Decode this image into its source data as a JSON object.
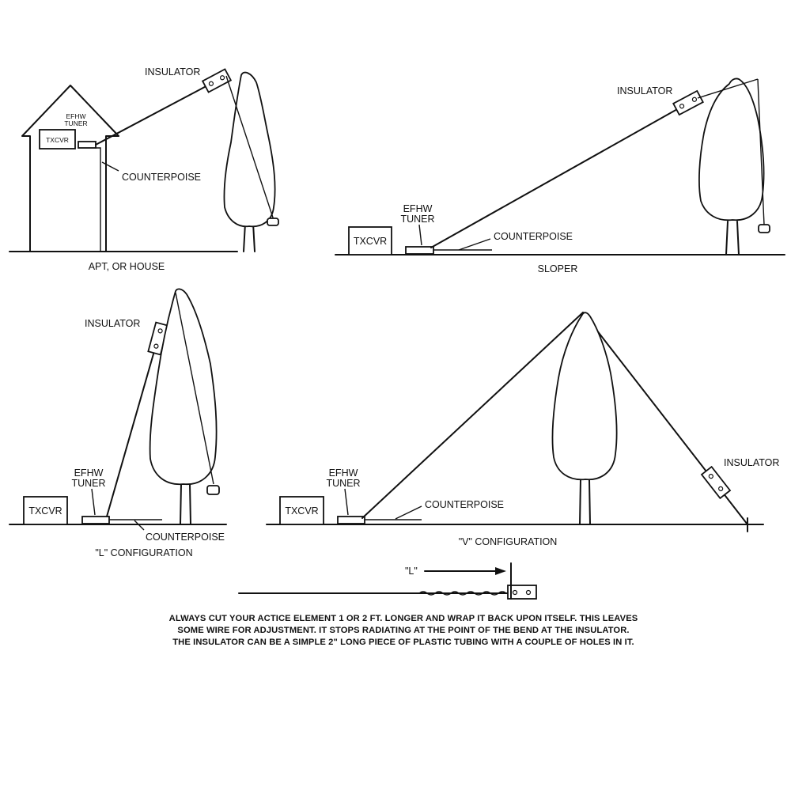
{
  "panel_house": {
    "insulator": "INSULATOR",
    "efhw_tuner": [
      "EFHW",
      "TUNER"
    ],
    "txcvr": "TXCVR",
    "counterpoise": "COUNTERPOISE",
    "caption": "APT, OR HOUSE"
  },
  "panel_sloper": {
    "insulator": "INSULATOR",
    "efhw_tuner": [
      "EFHW",
      "TUNER"
    ],
    "txcvr": "TXCVR",
    "counterpoise": "COUNTERPOISE",
    "caption": "SLOPER"
  },
  "panel_l": {
    "insulator": "INSULATOR",
    "efhw_tuner": [
      "EFHW",
      "TUNER"
    ],
    "txcvr": "TXCVR",
    "counterpoise": "COUNTERPOISE",
    "caption": "\"L\" CONFIGURATION"
  },
  "panel_v": {
    "insulator": "INSULATOR",
    "efhw_tuner": [
      "EFHW",
      "TUNER"
    ],
    "txcvr": "TXCVR",
    "counterpoise": "COUNTERPOISE",
    "caption": "\"V\" CONFIGURATION"
  },
  "detail": {
    "l_marker": "\"L\""
  },
  "note_lines": [
    "ALWAYS CUT YOUR ACTICE ELEMENT 1 OR 2 FT. LONGER AND WRAP IT BACK UPON ITSELF. THIS LEAVES",
    "SOME WIRE FOR ADJUSTMENT. IT STOPS RADIATING AT THE POINT OF THE BEND AT THE INSULATOR.",
    "THE INSULATOR CAN BE A SIMPLE 2\" LONG  PIECE OF PLASTIC TUBING WITH A COUPLE OF HOLES IN IT."
  ]
}
